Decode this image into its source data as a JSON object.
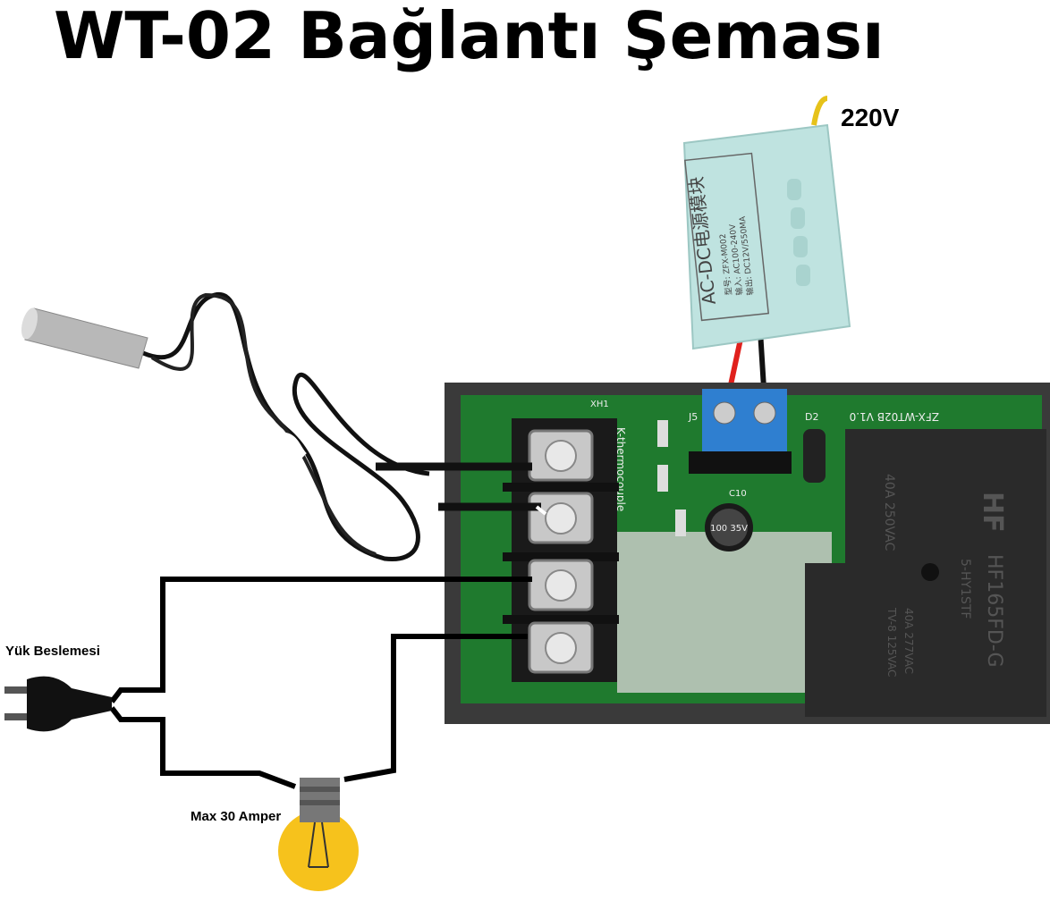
{
  "title": "WT-02 Bağlantı Şeması",
  "labels": {
    "voltage": "220V",
    "load_supply": "Yük Beslemesi",
    "max_current": "Max 30 Amper"
  },
  "module_text": {
    "main": "AC-DC电源模块",
    "model": "型号: ZFX-M002",
    "input": "输入: AC100-240V",
    "output": "输出: DC12V/550MA"
  },
  "board_text": {
    "board_id": "ZFX-WT02B V1.0",
    "thermocouple": "K-thermocouple",
    "j5": "J5",
    "d2": "D2",
    "xh1": "XH1",
    "c10": "C10",
    "capacitor": "100 35V",
    "relay_brand": "HF",
    "relay_model": "HF165FD-G",
    "relay_sub": "5-HY1STF",
    "relay_rating1": "40A 250VAC",
    "relay_rating2": "40A 277VAC",
    "relay_rating3": "TV-8 125VAC"
  },
  "colors": {
    "pcb": "#1f7a2e",
    "frame": "#3a3a3a",
    "module": "#bfe3e0",
    "connector": "#2f7fd0",
    "bulb": "#f6c21c",
    "wire_red": "#e0201c"
  }
}
